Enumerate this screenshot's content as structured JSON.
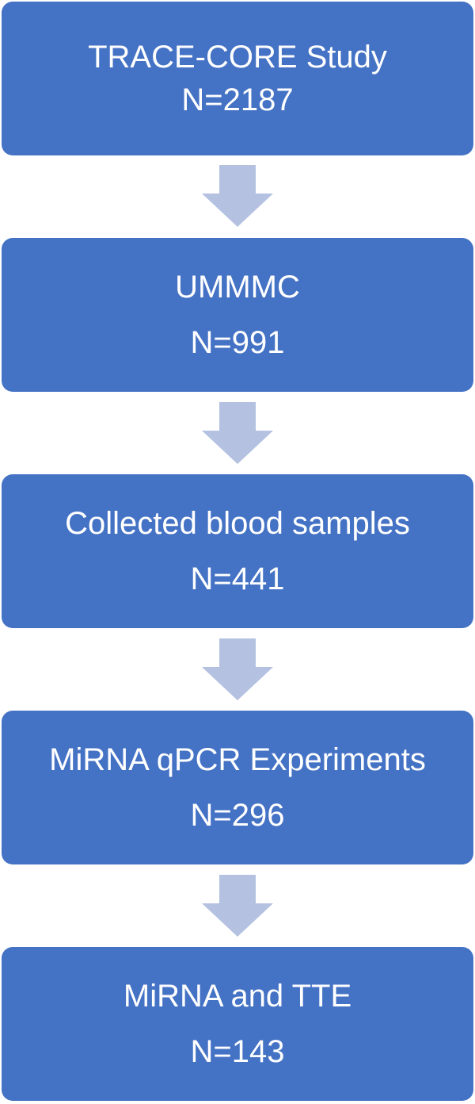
{
  "flowchart": {
    "steps": [
      {
        "label": "TRACE-CORE Study",
        "count": "N=2187"
      },
      {
        "label": "UMMMC",
        "count": "N=991"
      },
      {
        "label": "Collected blood samples",
        "count": "N=441"
      },
      {
        "label": "MiRNA qPCR Experiments",
        "count": "N=296"
      },
      {
        "label": "MiRNA and TTE",
        "count": "N=143"
      }
    ]
  },
  "colors": {
    "box_fill": "#4472C4",
    "box_text": "#FFFFFF",
    "arrow_fill": "#B4C1E1"
  }
}
